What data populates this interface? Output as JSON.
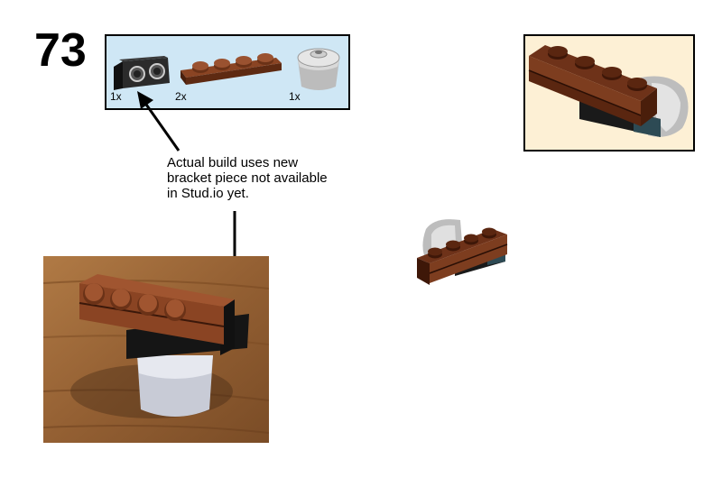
{
  "step": {
    "number": "73"
  },
  "parts": [
    {
      "name": "bracket-plate",
      "qty": "1x"
    },
    {
      "name": "reddish-brown-plate-1x4",
      "qty": "2x"
    },
    {
      "name": "light-gray-cone",
      "qty": "1x"
    }
  ],
  "note": {
    "text": "Actual build uses new\nbracket piece not available\nin Stud.io yet."
  },
  "colors": {
    "parts_bg": "#cfe7f5",
    "callout_bg": "#fdf0d5",
    "brick_brown": "#7b3a1e",
    "brick_dark": "#1a1a1a",
    "cone_gray": "#c9c9c9",
    "wood": "#9c6a3c"
  }
}
